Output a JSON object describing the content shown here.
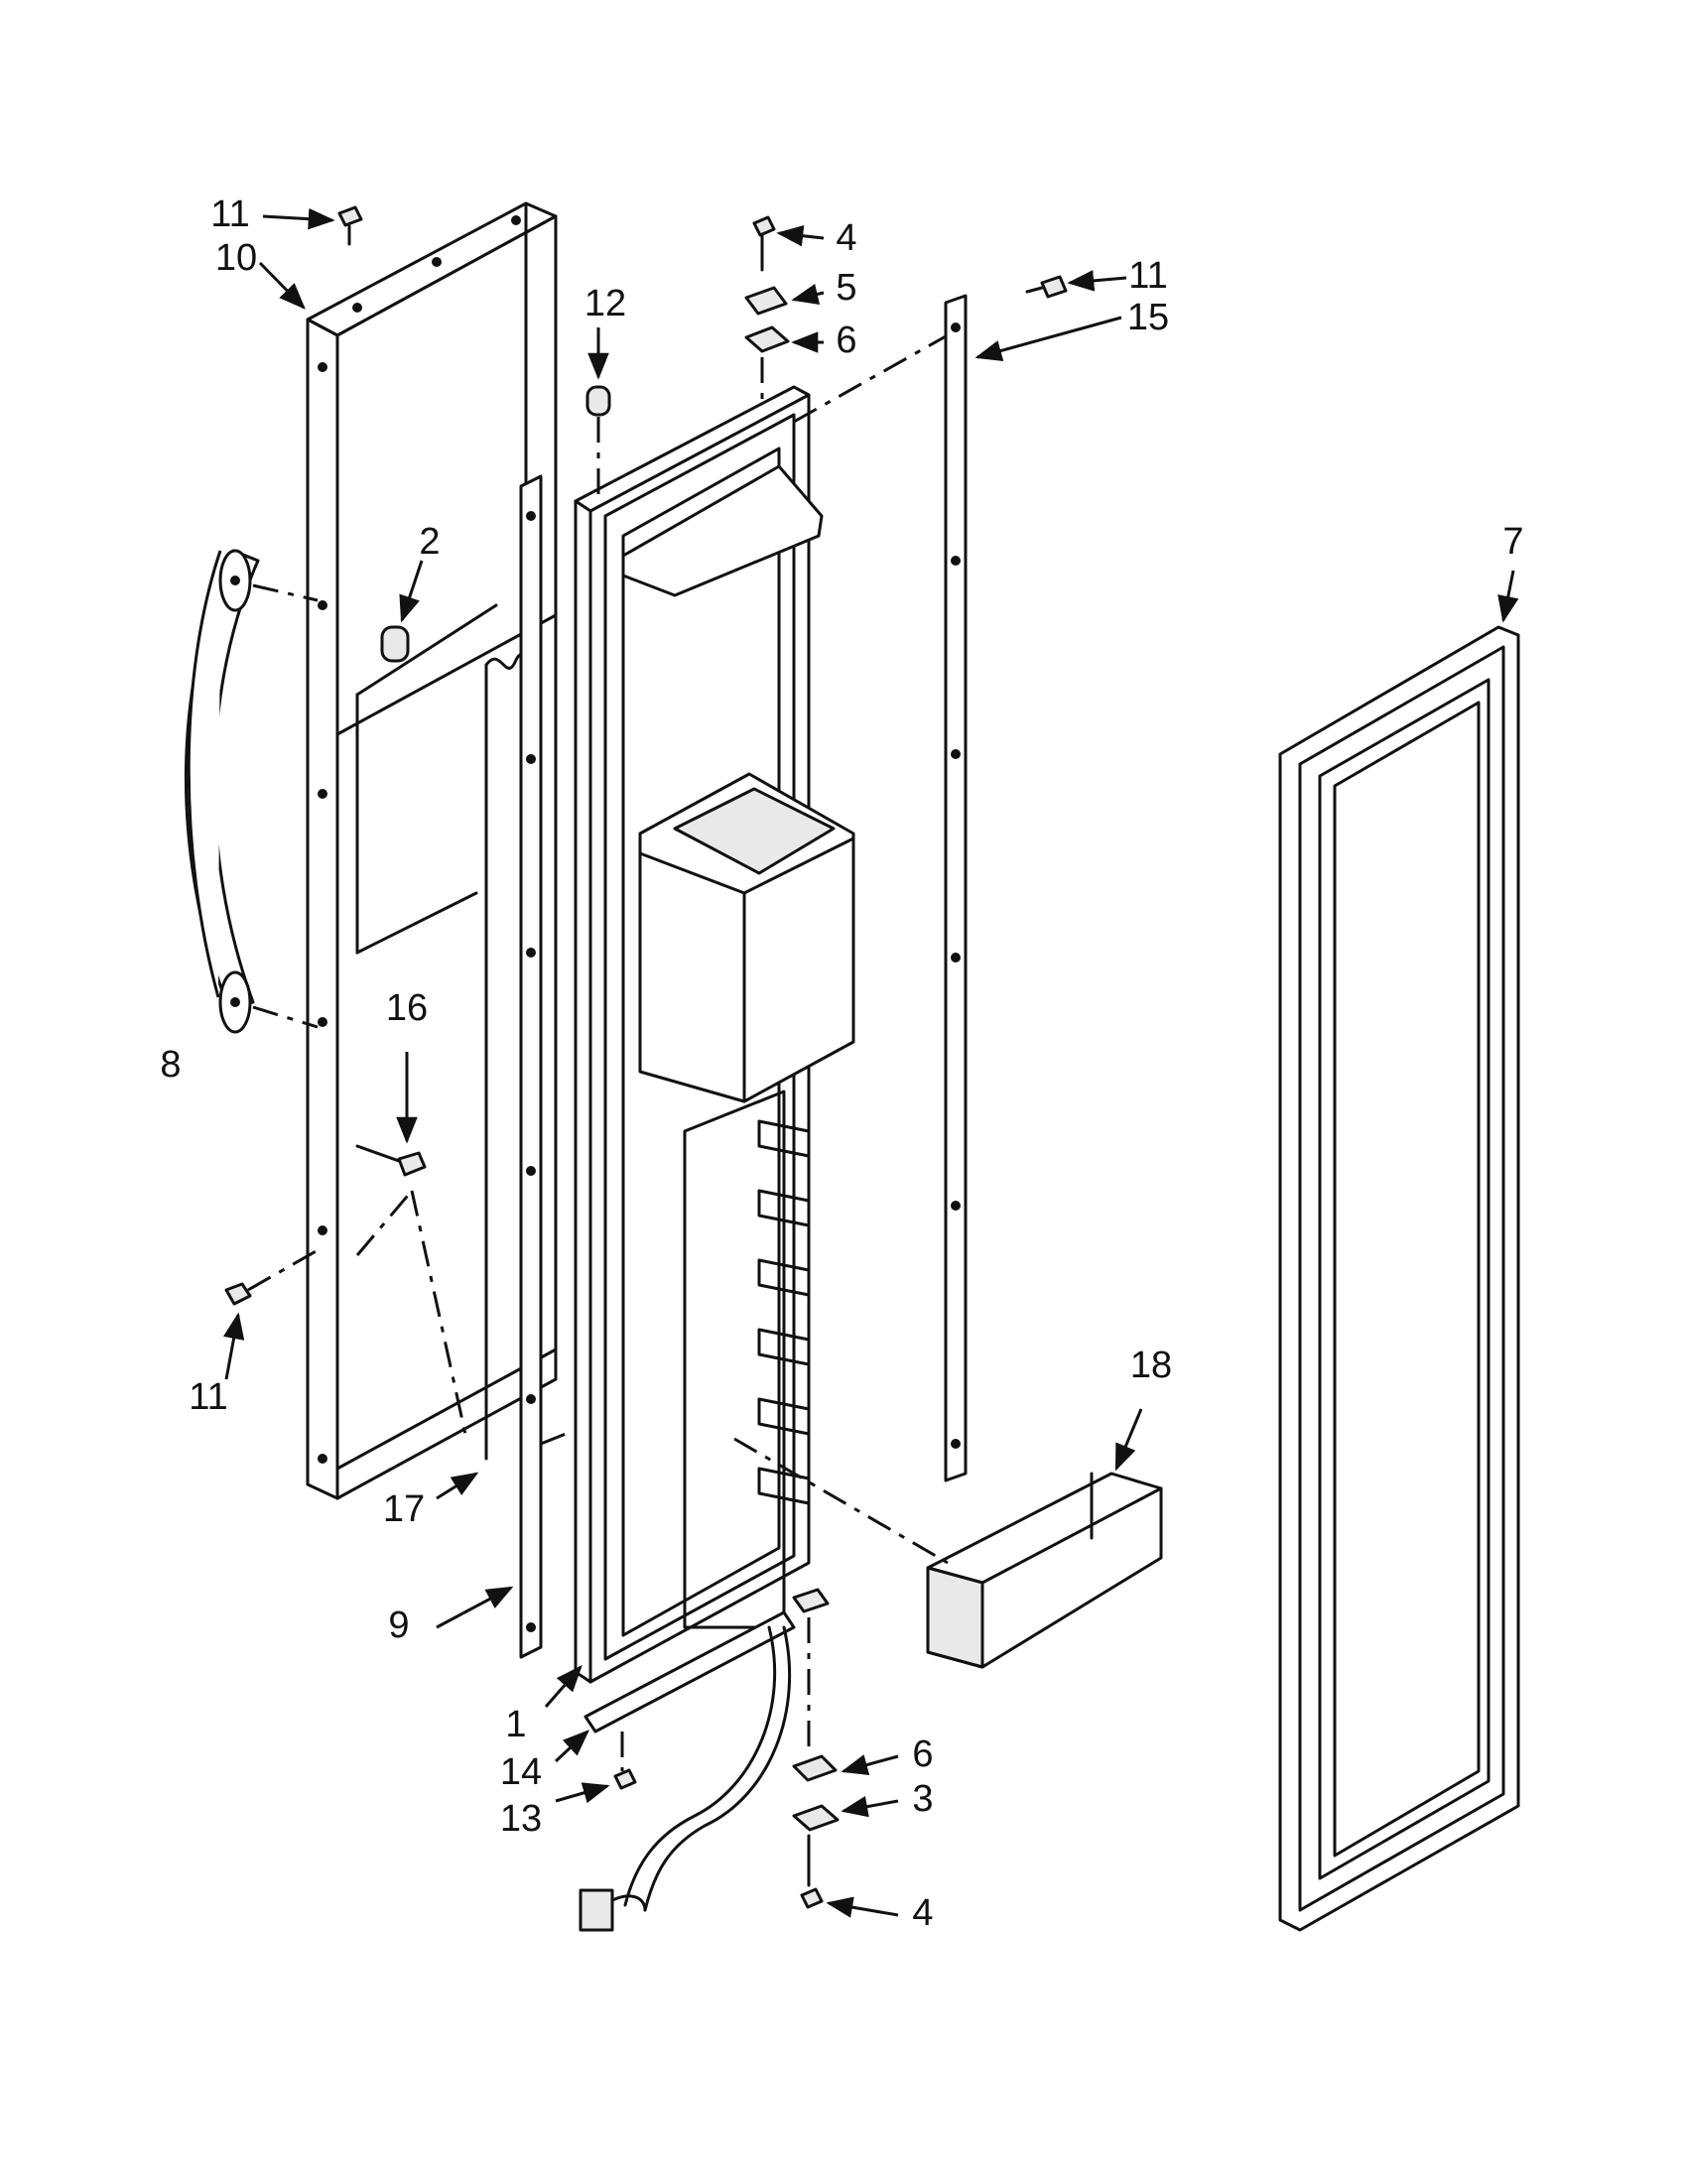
{
  "diagram": {
    "labels": {
      "l1": "1",
      "l2": "2",
      "l3": "3",
      "l4a": "4",
      "l4b": "4",
      "l5": "5",
      "l6a": "6",
      "l6b": "6",
      "l7": "7",
      "l8": "8",
      "l9": "9",
      "l10": "10",
      "l11a": "11",
      "l11b": "11",
      "l11c": "11",
      "l12": "12",
      "l13": "13",
      "l14": "14",
      "l15": "15",
      "l16": "16",
      "l17": "17",
      "l18": "18"
    }
  }
}
